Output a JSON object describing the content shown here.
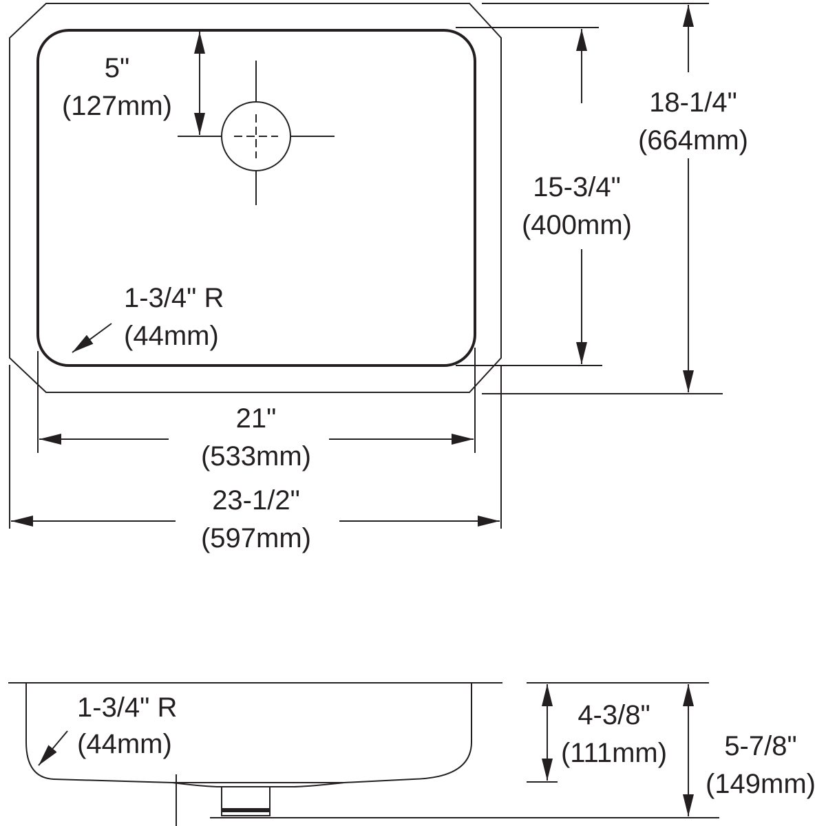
{
  "top_view": {
    "drain_offset": {
      "imperial": "5\"",
      "metric": "(127mm)"
    },
    "bowl_length": {
      "imperial": "15-3/4\"",
      "metric": "(400mm)"
    },
    "overall_length": {
      "imperial": "18-1/4\"",
      "metric": "(664mm)"
    },
    "corner_radius": {
      "imperial": "1-3/4\" R",
      "metric": "(44mm)"
    },
    "bowl_width": {
      "imperial": "21\"",
      "metric": "(533mm)"
    },
    "overall_width": {
      "imperial": "23-1/2\"",
      "metric": "(597mm)"
    }
  },
  "side_view": {
    "corner_radius": {
      "imperial": "1-3/4\" R",
      "metric": "(44mm)"
    },
    "bowl_depth": {
      "imperial": "4-3/8\"",
      "metric": "(111mm)"
    },
    "overall_depth": {
      "imperial": "5-7/8\"",
      "metric": "(149mm)"
    }
  },
  "line_color": "#231f20"
}
